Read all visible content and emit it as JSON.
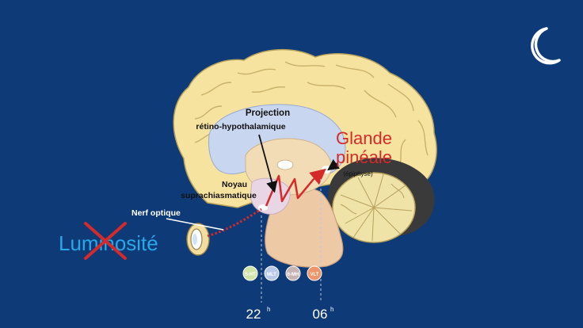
{
  "labels": {
    "projection_line1": "Projection",
    "projection_line2": "rétino-hypothalamique",
    "gland_line1": "Glande",
    "gland_line2": "pinéale",
    "gland_sub": "(épiphyse)",
    "noyau_line1": "Noyau",
    "noyau_line2": "suprachiasmatique",
    "nerf": "Nerf optique",
    "luminosity": "Luminosité"
  },
  "badges": [
    {
      "label": "5-HT",
      "color": "#cfe3a8"
    },
    {
      "label": "MLT",
      "color": "#b8c8e8"
    },
    {
      "label": "6-MH",
      "color": "#c9b4b4"
    },
    {
      "label": "VLT",
      "color": "#f0956a"
    }
  ],
  "times": [
    {
      "hour": "22",
      "sup": "h"
    },
    {
      "hour": "06",
      "sup": "h"
    }
  ],
  "colors": {
    "background": "#0e3a78",
    "brain": "#f6e3a0",
    "red": "#d42a2a",
    "luminosity_blue": "#2aa7e6"
  },
  "icons": {
    "night": "crescent-moon-icon",
    "eye": "eye-icon"
  }
}
